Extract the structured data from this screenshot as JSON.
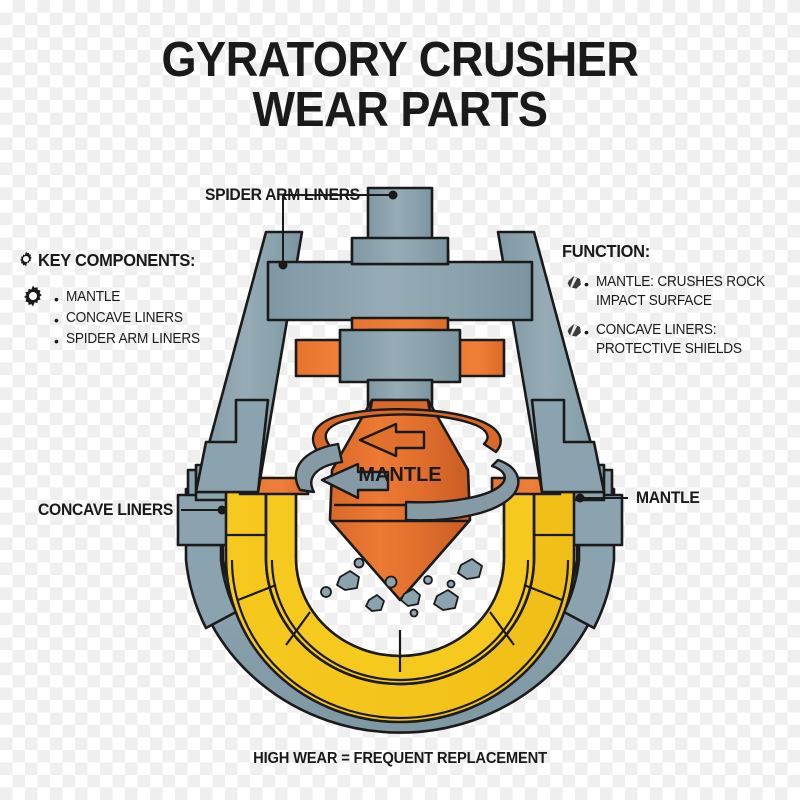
{
  "title": {
    "line1": "GYRATORY CRUSHER",
    "line2": "WEAR PARTS"
  },
  "key_components": {
    "heading": "KEY COMPONENTS:",
    "heading_icon": "gear-icon",
    "list_icon": "gear-icon",
    "items": [
      {
        "label": "MANTLE"
      },
      {
        "label": "CONCAVE LINERS"
      },
      {
        "label": "SPIDER ARM LINERS"
      }
    ]
  },
  "function": {
    "heading": "FUNCTION:",
    "items": [
      {
        "icon": "rock-icon",
        "line1": "MANTLE: CRUSHES ROCK",
        "line2": "IMPACT SURFACE"
      },
      {
        "icon": "rock-icon",
        "line1": "CONCAVE LINERS:",
        "line2": "PROTECTIVE SHIELDS"
      }
    ]
  },
  "callouts": [
    {
      "label": "SPIDER ARM LINERS",
      "position": "top-left"
    },
    {
      "label": "CONCAVE LINERS",
      "position": "left"
    },
    {
      "label": "MANTLE",
      "position": "right"
    }
  ],
  "diagram": {
    "mantle_label": "MANTLE",
    "rotation_arrows": [
      {
        "name": "rotation-arrow-upper",
        "direction": "left",
        "color": "#d9692a"
      },
      {
        "name": "rotation-arrow-lower",
        "direction": "right",
        "color": "#869aa5"
      }
    ],
    "crushed_rock_count": 11
  },
  "footer": {
    "text": "HIGH WEAR = FREQUENT REPLACEMENT"
  },
  "colors": {
    "steel": "#8aa3ae",
    "steel_dark": "#7e98a4",
    "steel_light": "#9bb0ba",
    "orange": "#e8742e",
    "orange_dark": "#d9692a",
    "orange_mantle": "#e2702d",
    "orange_mantle_dark": "#cf6126",
    "yellow": "#f6c91f",
    "yellow_dark": "#eebc14",
    "outline": "#1a1a1a",
    "text": "#1a1a1a"
  }
}
